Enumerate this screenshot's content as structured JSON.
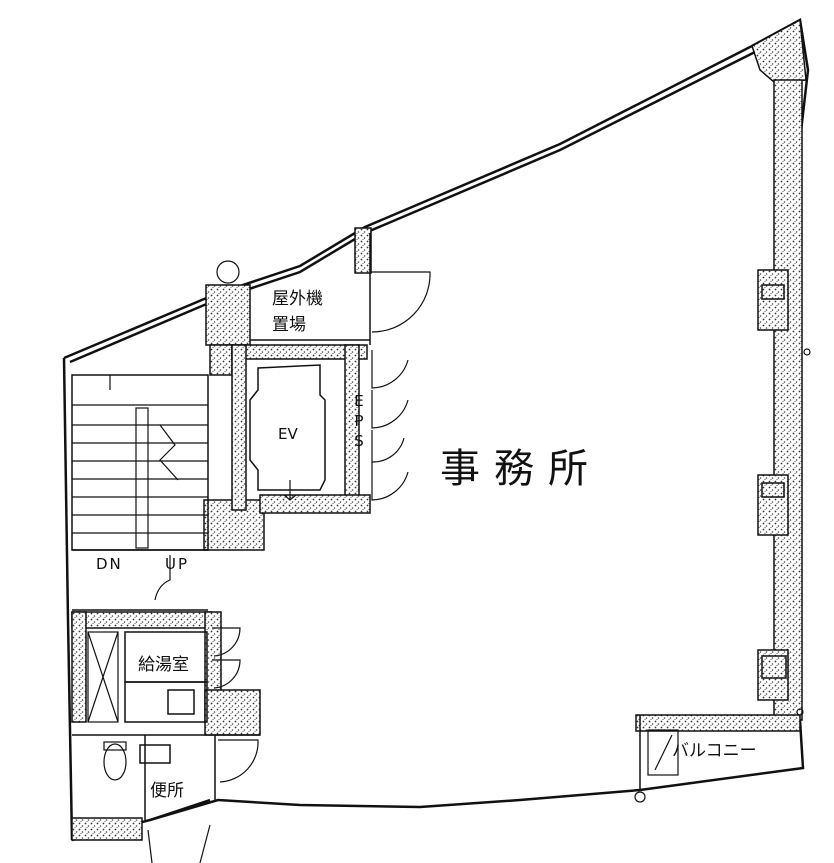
{
  "labels": {
    "office": "事務所",
    "outdoor_line1": "屋外機",
    "outdoor_line2": "置場",
    "ev": "EV",
    "eps": "EPS",
    "dn": "DN",
    "up": "UP",
    "kitchenette": "給湯室",
    "toilet": "便所",
    "balcony": "バルコニー"
  },
  "colors": {
    "line": "#111111",
    "hatch": "#555555",
    "background": "#ffffff"
  }
}
